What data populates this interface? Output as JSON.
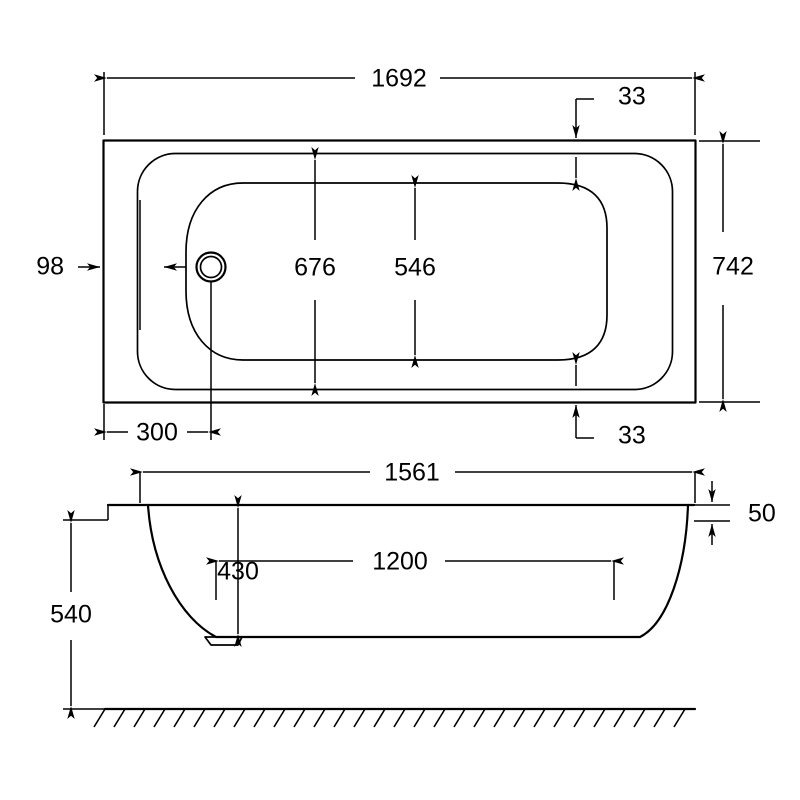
{
  "drawing": {
    "title": "Bath tub dimensional drawing",
    "units": "mm",
    "line_color": "#000000",
    "background_color": "#ffffff"
  },
  "plan_view": {
    "name": "plan-view",
    "dimensions": {
      "overall_length": "1692",
      "overall_width": "742",
      "rim_offset_left": "98",
      "waste_from_end": "300",
      "inner_rim_width": "676",
      "bowl_width": "546",
      "rim_top_gap": "33",
      "rim_bottom_gap": "33"
    },
    "features": {
      "waste_outlet": "drain-circle"
    }
  },
  "elevation_view": {
    "name": "side-elevation-view",
    "dimensions": {
      "rim_length": "1561",
      "bowl_length": "1200",
      "bottom_to_waste": "430",
      "overall_height": "540",
      "rim_thickness": "50"
    },
    "features": {
      "floor": "ground-hatching",
      "waste_recess": "drain-recess"
    }
  },
  "labels": {
    "d_1692": "1692",
    "d_742": "742",
    "d_98": "98",
    "d_300": "300",
    "d_676": "676",
    "d_546": "546",
    "d_33_top": "33",
    "d_33_bottom": "33",
    "d_1561": "1561",
    "d_1200": "1200",
    "d_430": "430",
    "d_540": "540",
    "d_50": "50"
  }
}
